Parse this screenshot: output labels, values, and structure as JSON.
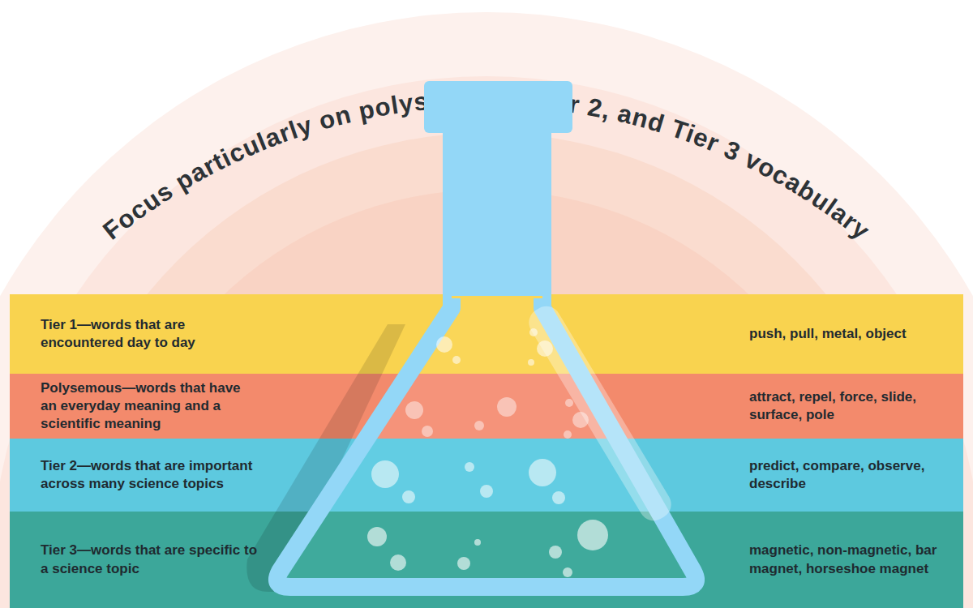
{
  "diagram": {
    "title": "Focus particularly on polysemous, Tier 2, and Tier 3 vocabulary",
    "nodes": [
      {
        "text": [
          "Tier 1—words that are encountered day to day",
          "push, pull, metal, object"
        ]
      },
      {
        "text": [
          "Polysemous—words that have an everyday meaning and a scientific meaning",
          "attract, repel, force, slide, surface, pole"
        ]
      },
      {
        "text": [
          "Tier 2—words that are important across many science topics",
          "predict, compare, observe, describe"
        ]
      },
      {
        "text": [
          "Tier 3—words that are specific to a science topic",
          "magnetic, non-magnetic, bar magnet, horseshoe magnet"
        ]
      }
    ]
  }
}
